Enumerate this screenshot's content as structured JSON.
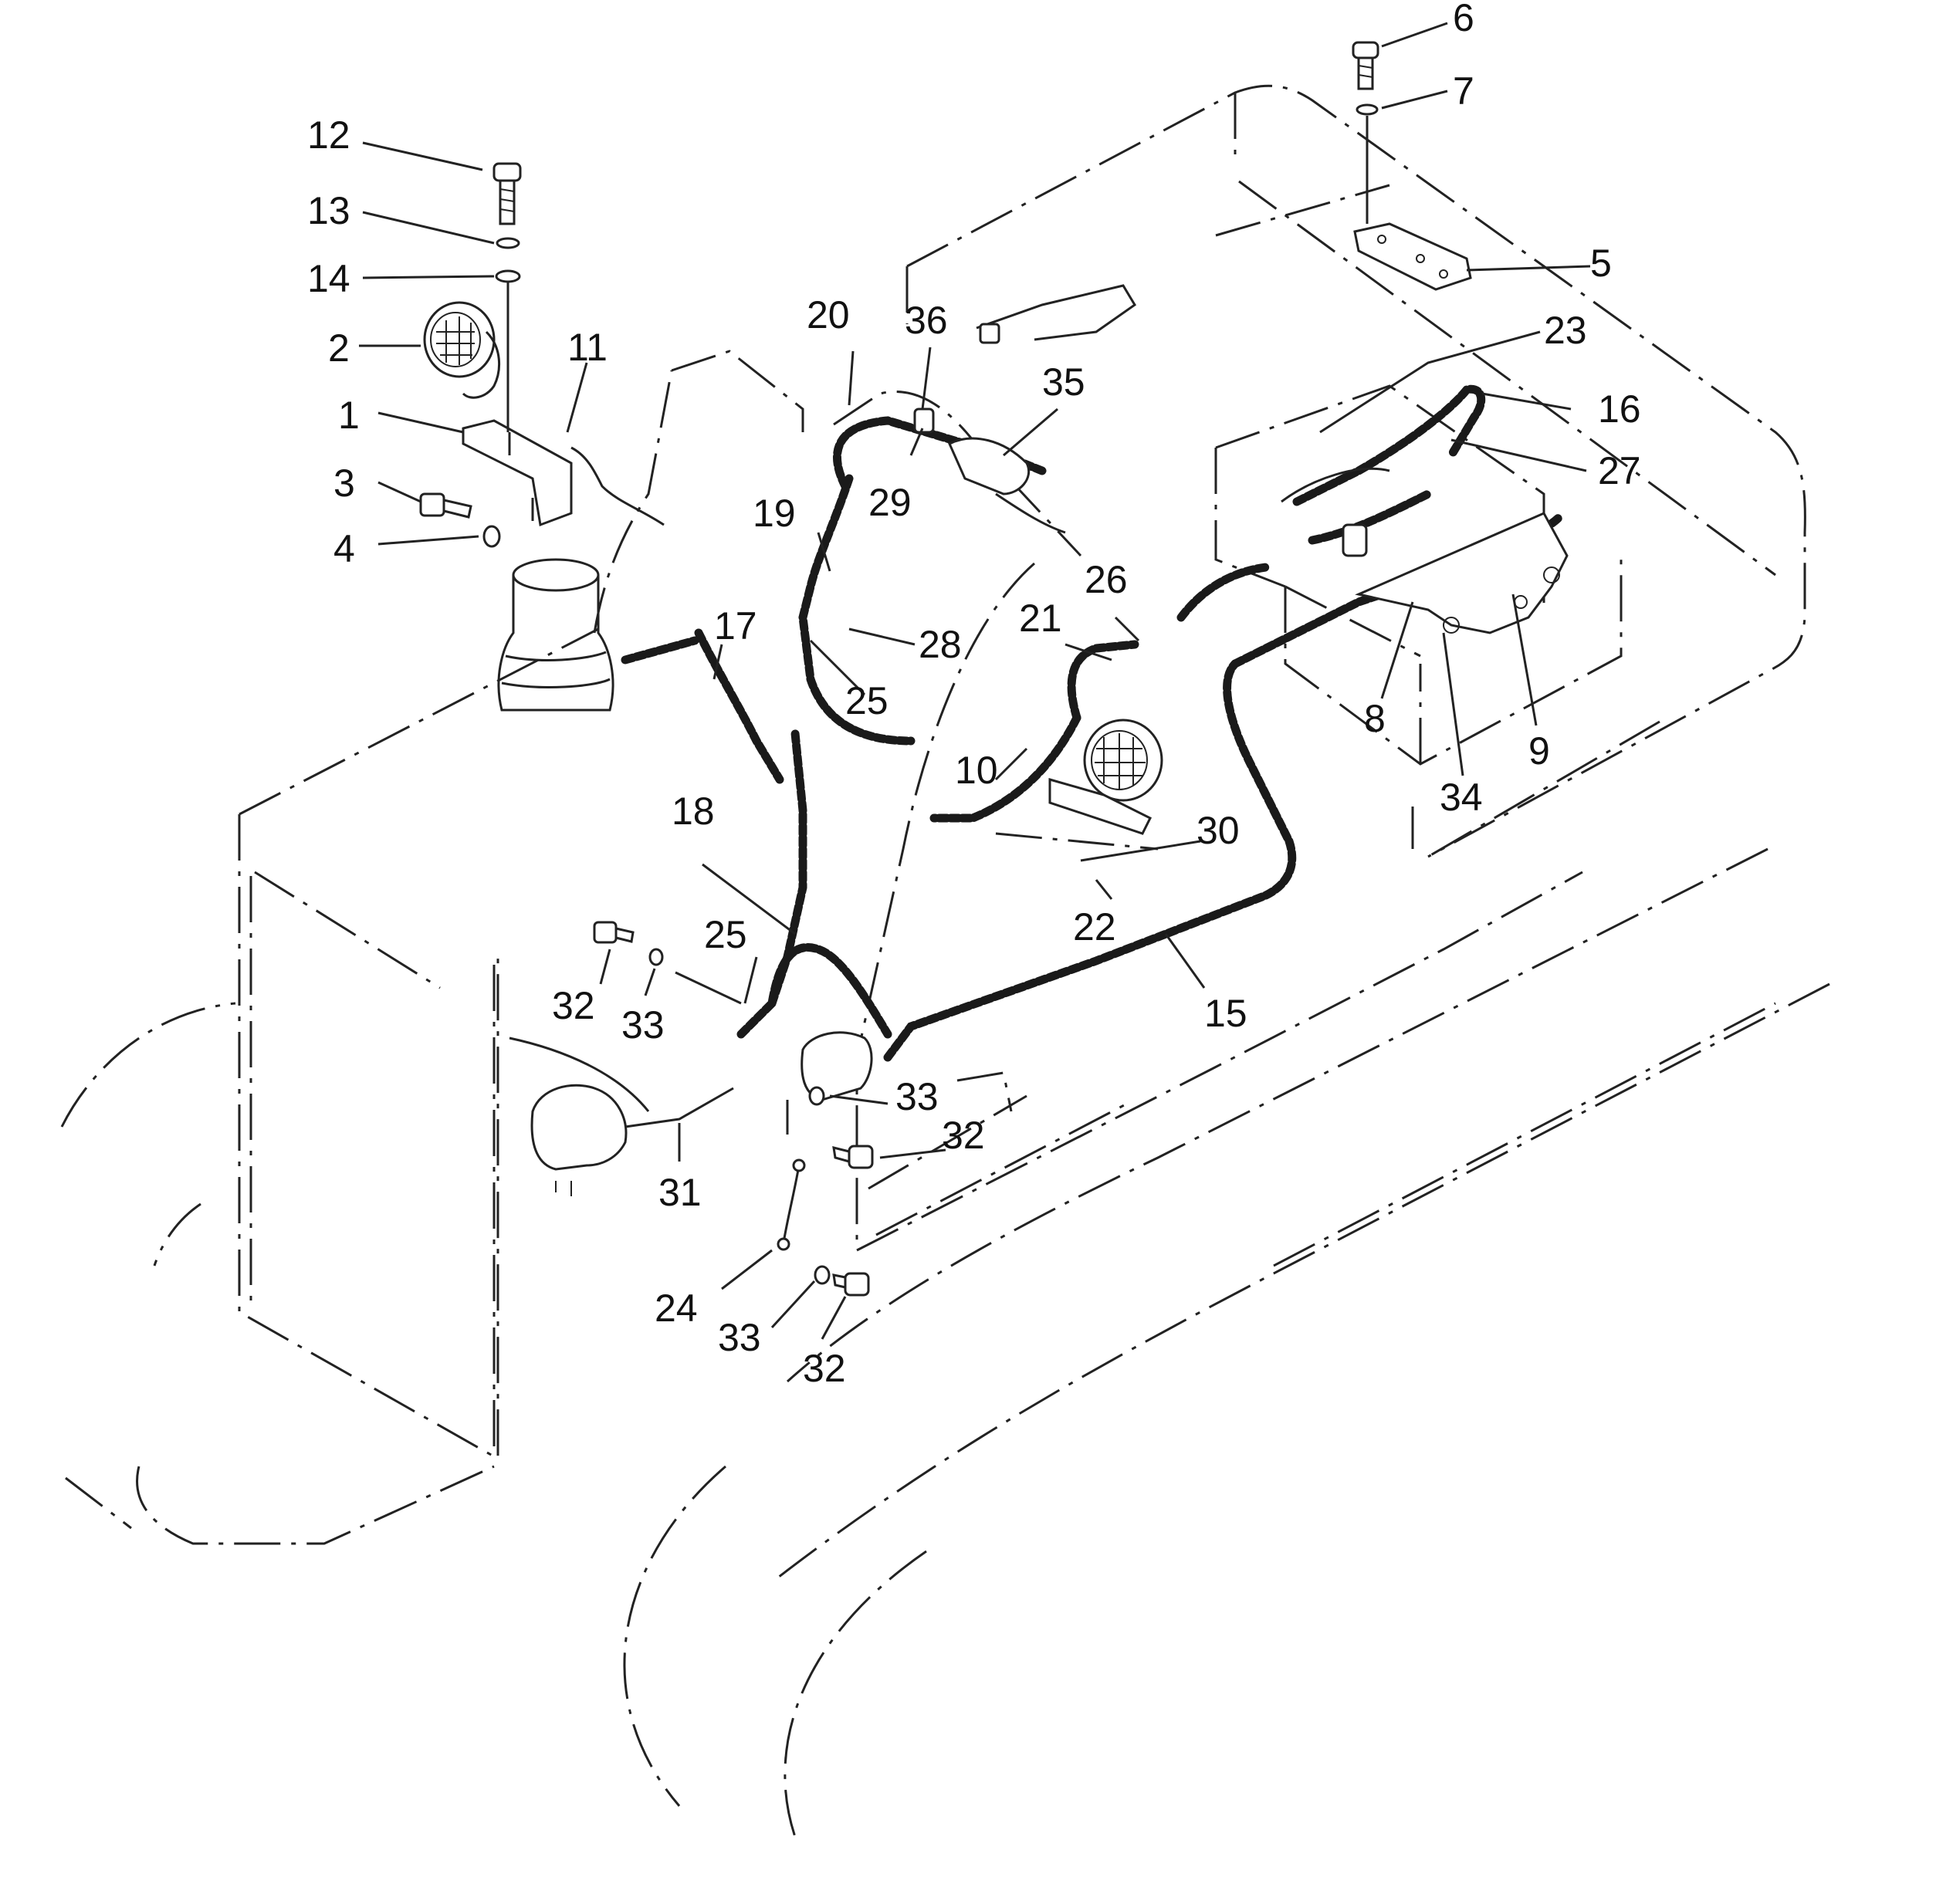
{
  "callouts": [
    {
      "id": "c1",
      "text": "1"
    },
    {
      "id": "c2",
      "text": "2"
    },
    {
      "id": "c3",
      "text": "3"
    },
    {
      "id": "c4",
      "text": "4"
    },
    {
      "id": "c5",
      "text": "5"
    },
    {
      "id": "c6",
      "text": "6"
    },
    {
      "id": "c7",
      "text": "7"
    },
    {
      "id": "c8",
      "text": "8"
    },
    {
      "id": "c9",
      "text": "9"
    },
    {
      "id": "c10",
      "text": "10"
    },
    {
      "id": "c11",
      "text": "11"
    },
    {
      "id": "c12",
      "text": "12"
    },
    {
      "id": "c13",
      "text": "13"
    },
    {
      "id": "c14",
      "text": "14"
    },
    {
      "id": "c15",
      "text": "15"
    },
    {
      "id": "c16",
      "text": "16"
    },
    {
      "id": "c17",
      "text": "17"
    },
    {
      "id": "c18",
      "text": "18"
    },
    {
      "id": "c19",
      "text": "19"
    },
    {
      "id": "c20",
      "text": "20"
    },
    {
      "id": "c21",
      "text": "21"
    },
    {
      "id": "c22",
      "text": "22"
    },
    {
      "id": "c23",
      "text": "23"
    },
    {
      "id": "c24",
      "text": "24"
    },
    {
      "id": "c25a",
      "text": "25"
    },
    {
      "id": "c25b",
      "text": "25"
    },
    {
      "id": "c26",
      "text": "26"
    },
    {
      "id": "c27",
      "text": "27"
    },
    {
      "id": "c28",
      "text": "28"
    },
    {
      "id": "c29",
      "text": "29"
    },
    {
      "id": "c30",
      "text": "30"
    },
    {
      "id": "c31",
      "text": "31"
    },
    {
      "id": "c32a",
      "text": "32"
    },
    {
      "id": "c32b",
      "text": "32"
    },
    {
      "id": "c32c",
      "text": "32"
    },
    {
      "id": "c33a",
      "text": "33"
    },
    {
      "id": "c33b",
      "text": "33"
    },
    {
      "id": "c33c",
      "text": "33"
    },
    {
      "id": "c34",
      "text": "34"
    },
    {
      "id": "c35",
      "text": "35"
    },
    {
      "id": "c36",
      "text": "36"
    }
  ]
}
